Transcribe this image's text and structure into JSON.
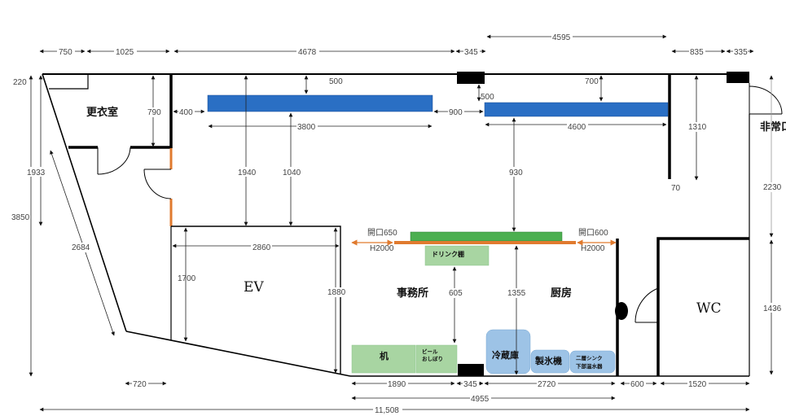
{
  "rooms": {
    "changing_room": "更衣室",
    "ev": "EV",
    "office": "事務所",
    "kitchen": "厨房",
    "wc": "WC",
    "emergency_exit": "非常口"
  },
  "equipment": {
    "drink_shelf": "ドリンク棚",
    "desk": "机",
    "beer_line1": "ビール",
    "beer_line2": "おしぼり",
    "fridge": "冷蔵庫",
    "ice_machine": "製氷機",
    "sink_line1": "二層シンク",
    "sink_line2": "下部温水器"
  },
  "openings": {
    "left_label": "開口650",
    "left_height": "H2000",
    "right_label": "開口600",
    "right_height": "H2000"
  },
  "dimensions": {
    "top_750": "750",
    "top_1025": "1025",
    "top_4678": "4678",
    "top_345": "345",
    "top_4595": "4595",
    "top_835": "835",
    "top_335": "335",
    "left_220": "220",
    "left_1933": "1933",
    "left_3850": "3850",
    "diag_2684": "2684",
    "cr_790": "790",
    "gap_400": "400",
    "duct1_500": "500",
    "duct1_len": "3800",
    "h_1940": "1940",
    "h_1040": "1040",
    "gap_900": "900",
    "duct2_500": "500",
    "duct2_700": "700",
    "duct2_len": "4600",
    "h_930": "930",
    "r_1310": "1310",
    "r_70": "70",
    "r_2230": "2230",
    "r_1436": "1436",
    "ev_2860": "2860",
    "ev_1700": "1700",
    "ev_1880": "1880",
    "o_605": "605",
    "o_1355": "1355",
    "b_720": "720",
    "b_1890": "1890",
    "b_345": "345",
    "b_2720": "2720",
    "b_600": "600",
    "b_1520": "1520",
    "b_4955": "4955",
    "total_11508": "11,508"
  },
  "colors": {
    "duct_blue": "#2a6fc4",
    "counter_green": "#4caf50",
    "light_green": "#a8d5a2",
    "orange_wall": "#e07a2e",
    "equip_blue": "#9dc3e6"
  }
}
